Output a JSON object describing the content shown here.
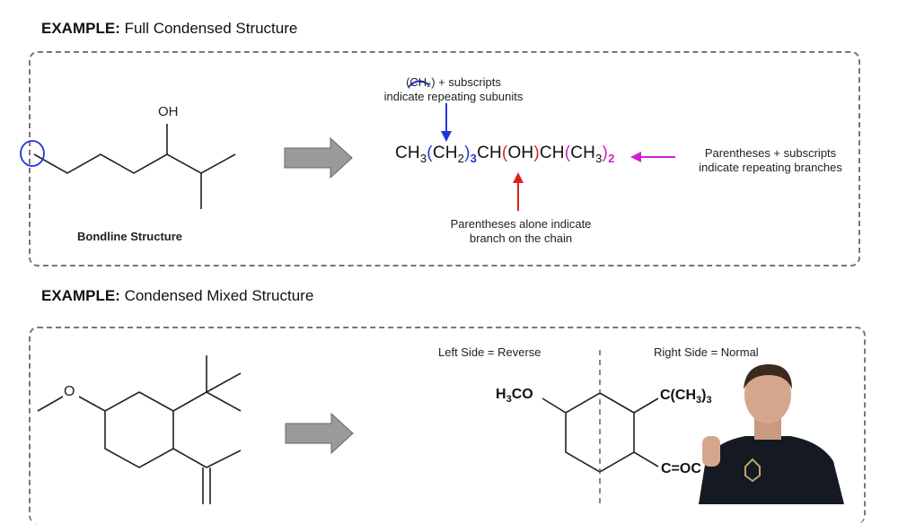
{
  "example1": {
    "heading_bold": "EXAMPLE:",
    "heading_text": "Full Condensed Structure",
    "oh_label": "OH",
    "bondline_label": "Bondline Structure",
    "note_subunits_l1": "(CH₂) + subscripts",
    "note_subunits_l2": "indicate repeating subunits",
    "note_branch_l1": "Parentheses alone indicate",
    "note_branch_l2": "branch on the chain",
    "note_repeat_l1": "Parentheses + subscripts",
    "note_repeat_l2": "indicate repeating branches",
    "formula": {
      "p1": "CH",
      "p1_sub": "3",
      "p2_open": "(",
      "p2": "CH",
      "p2_sub": "2",
      "p2_close": ")",
      "p2_count": "3",
      "p3": "CH",
      "p4_open": "(",
      "p4": "OH",
      "p4_close": ")",
      "p5": "CH",
      "p6_open": "(",
      "p6": "CH",
      "p6_sub": "3",
      "p6_close": ")",
      "p6_count": "2"
    }
  },
  "example2": {
    "heading_bold": "EXAMPLE:",
    "heading_text": "Condensed Mixed Structure",
    "oxygen_label": "O",
    "left_side_label": "Left Side = Reverse",
    "right_side_label": "Right Side = Normal",
    "h3co": "H",
    "h3co_sub": "3",
    "h3co_rest": "CO",
    "tbutyl": "C(CH",
    "tbutyl_sub": "3",
    "tbutyl_close": ")",
    "tbutyl_count": "3",
    "alkene": "C=OC"
  },
  "colors": {
    "blue": "#2233dd",
    "red": "#e02020",
    "magenta": "#d21fd2",
    "arrow_gray": "#9a9a9a"
  }
}
